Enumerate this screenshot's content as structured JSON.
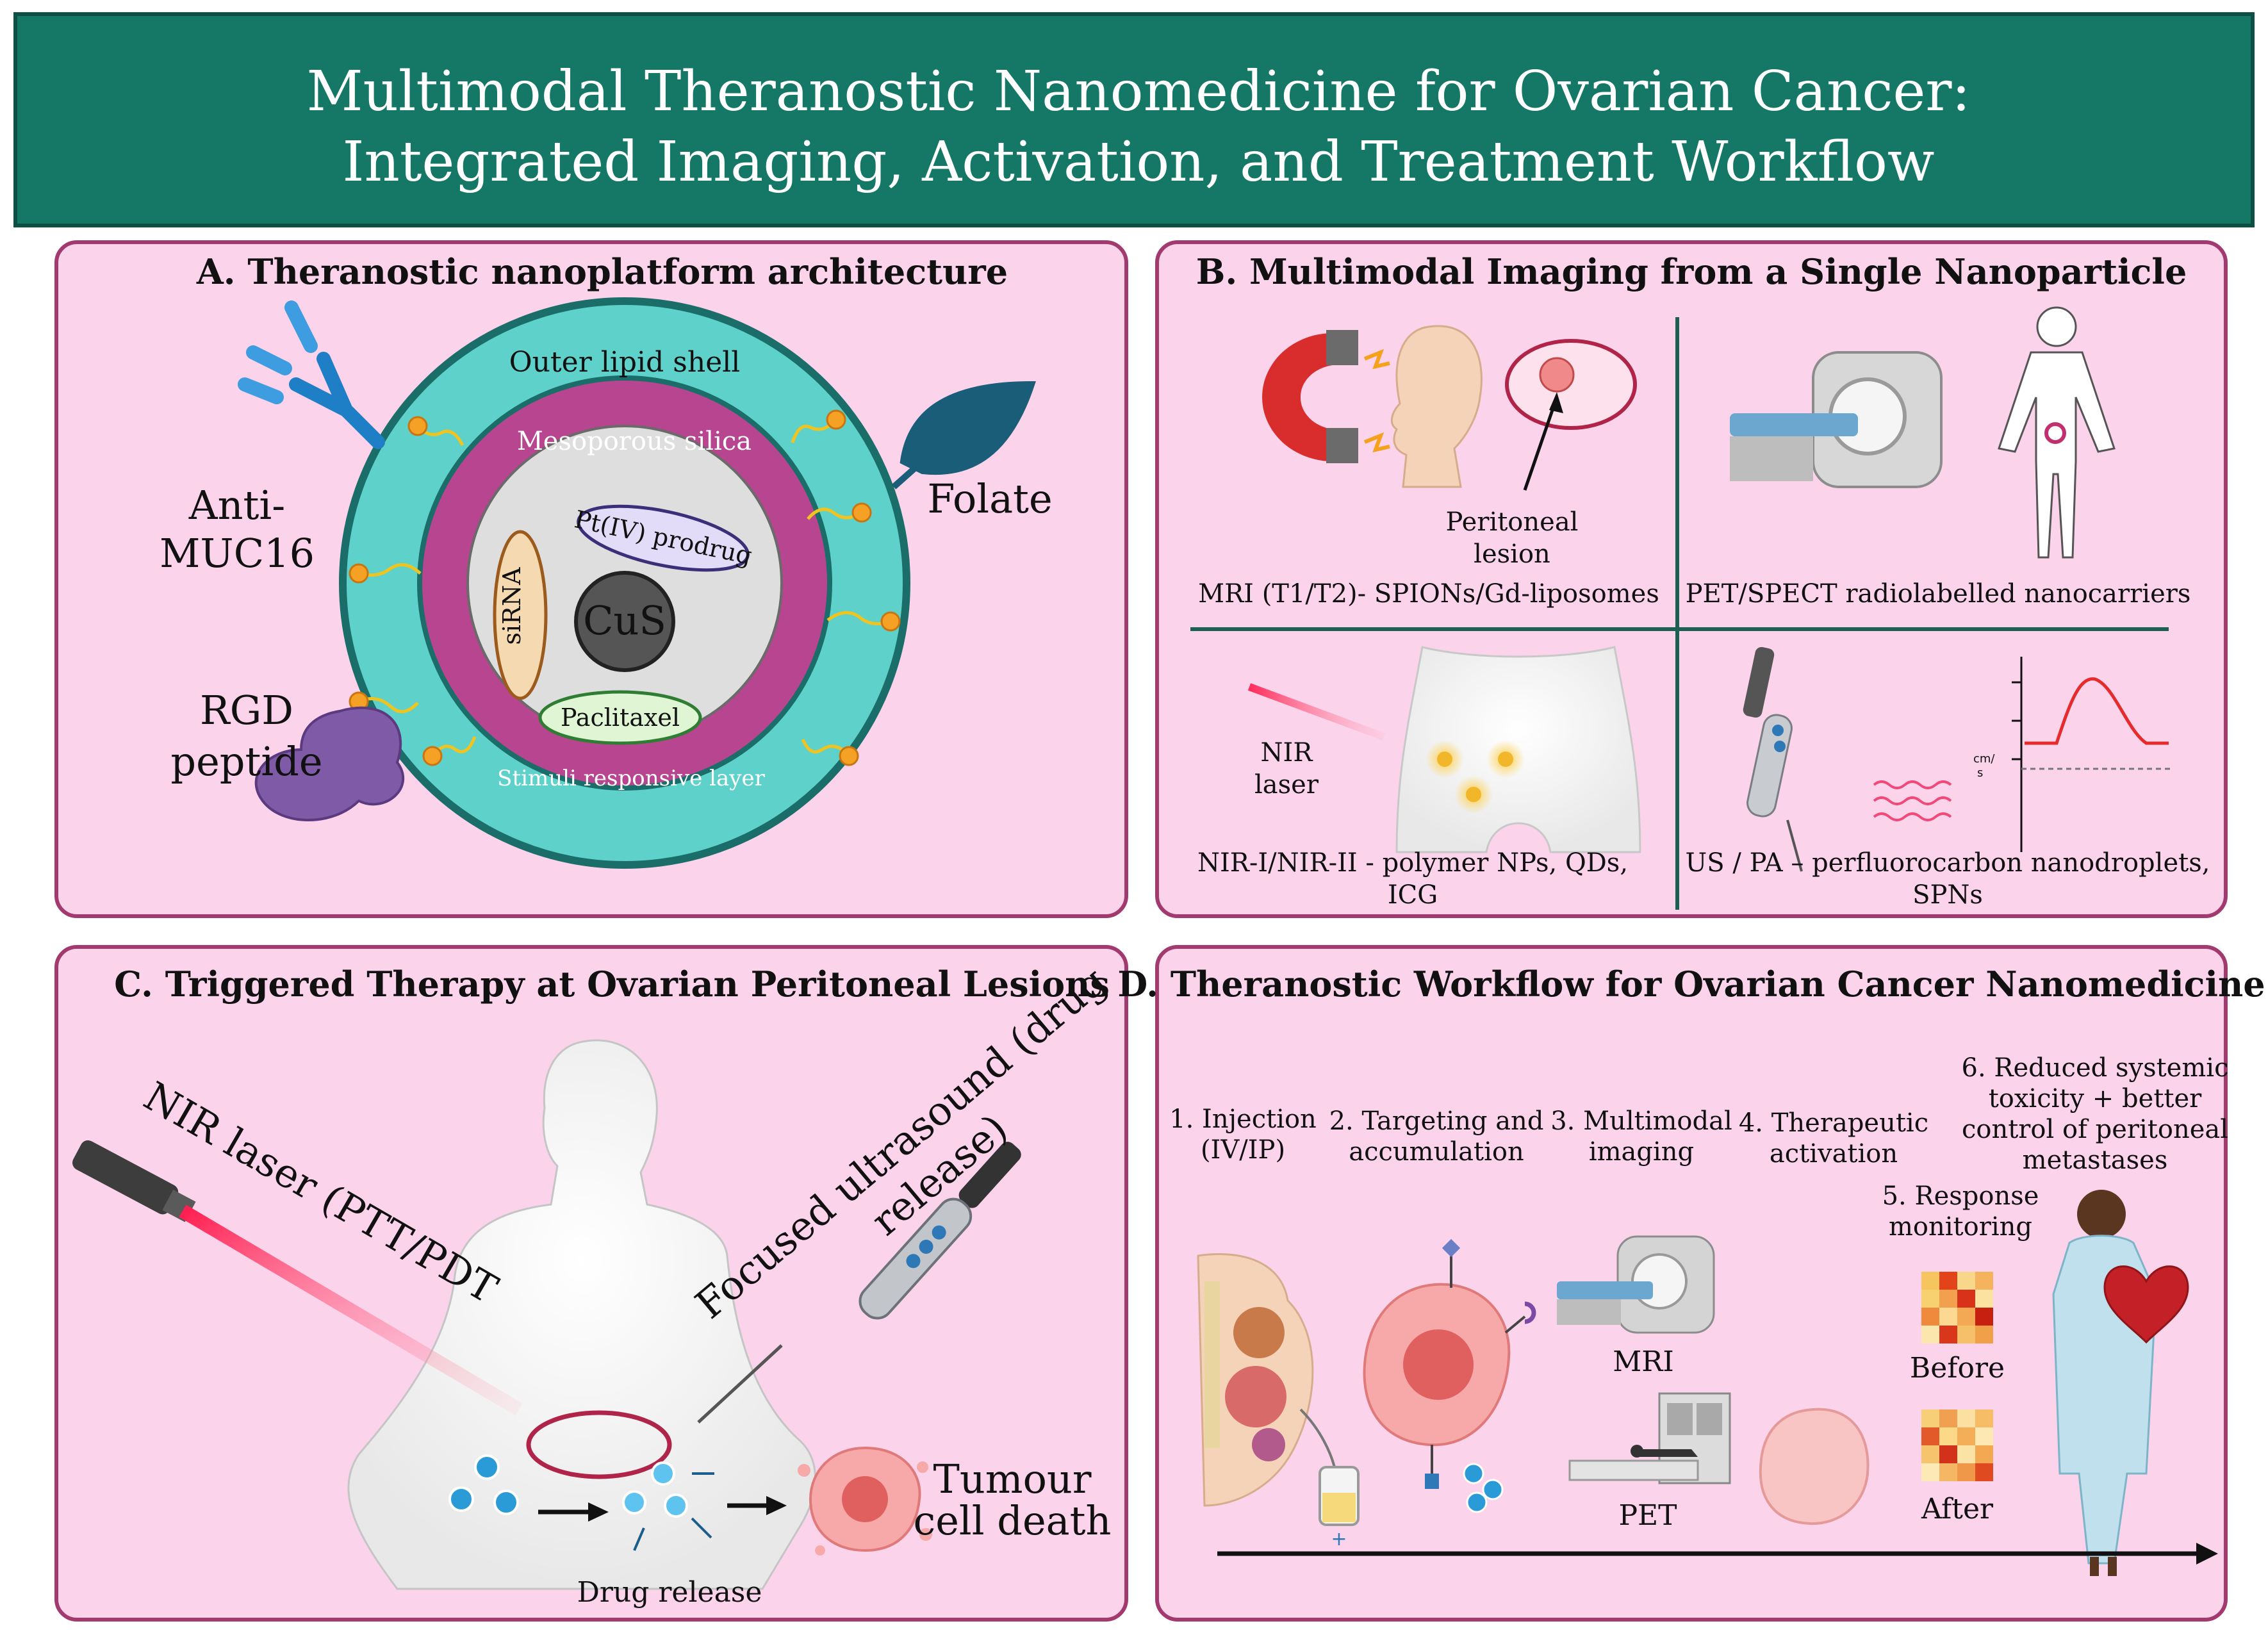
{
  "title": {
    "line1": "Multimodal Theranostic Nanomedicine for Ovarian Cancer:",
    "line2": "Integrated Imaging, Activation, and Treatment Workflow"
  },
  "colors": {
    "header_bg": "#157766",
    "panel_bg": "#fbd4ec",
    "panel_border": "#a33a6f",
    "outer_shell": "#5fd1cb",
    "silica": "#b8458f",
    "core": "#dedede",
    "divider": "#1b5e52"
  },
  "panelA": {
    "title": "A. Theranostic nanoplatform architecture",
    "outer_shell": "Outer lipid shell",
    "silica": "Mesoporous silica",
    "prodrug": "Pt(IV) prodrug",
    "sirna": "siRNA",
    "core": "CuS",
    "paclitaxel": "Paclitaxel",
    "stimuli": "Stimuli responsive layer",
    "anti_line1": "Anti-",
    "anti_line2": "MUC16",
    "folate": "Folate",
    "rgd_line1": "RGD",
    "rgd_line2": "peptide"
  },
  "panelB": {
    "title": "B.  Multimodal Imaging from a Single Nanoparticle",
    "lesion_line1": "Peritoneal",
    "lesion_line2": "lesion",
    "mri": "MRI (T1/T2)- SPIONs/Gd-liposomes",
    "pet": "PET/SPECT radiolabelled nanocarriers",
    "nir_laser_line1": "NIR",
    "nir_laser_line2": "laser",
    "nir_line1": "NIR-I/NIR-II - polymer NPs, QDs,",
    "nir_line2": "ICG",
    "us_line1": "US / PA – perfluorocarbon nanodroplets,",
    "us_line2": "SPNs",
    "unit_top": "cm/",
    "unit_bottom": "s"
  },
  "panelC": {
    "title": "C. Triggered Therapy at Ovarian Peritoneal Lesions",
    "laser": "NIR laser (PTT/PDT",
    "fus_line1": "Focused ultrasound (drug",
    "fus_line2": "release)",
    "drug": "Drug release",
    "death_line1": "Tumour",
    "death_line2": "cell death"
  },
  "panelD": {
    "title": "D. Theranostic Workflow for Ovarian Cancer Nanomedicine",
    "step1_line1": "1.  Injection",
    "step1_line2": "(IV/IP)",
    "step2_line1": "2. Targeting and",
    "step2_line2": "accumulation",
    "step3_line1": "3. Multimodal",
    "step3_line2": "imaging",
    "step4_line1": "4. Therapeutic",
    "step4_line2": "activation",
    "step5_line1": "5. Response",
    "step5_line2": "monitoring",
    "step6_line1": "6. Reduced systemic",
    "step6_line2": "toxicity + better",
    "step6_line3": "control of peritoneal",
    "step6_line4": "metastases",
    "mri": "MRI",
    "pet": "PET",
    "before": "Before",
    "after": "After",
    "iv_plus": "+"
  },
  "heatmap_before": [
    [
      "#f6c560",
      "#e3431b",
      "#f8d68a",
      "#f4b35c"
    ],
    [
      "#f7d070",
      "#f2a04d",
      "#d8331a",
      "#fbe2a0"
    ],
    [
      "#ef8a3c",
      "#fbd992",
      "#f3a853",
      "#c82010"
    ],
    [
      "#fbe6ae",
      "#d9361c",
      "#f6bf6a",
      "#f0a048"
    ]
  ],
  "heatmap_after": [
    [
      "#f7cf77",
      "#f1a052",
      "#fbe0a2",
      "#f6bd66"
    ],
    [
      "#e35a2a",
      "#fbd989",
      "#f4ae58",
      "#fde8b4"
    ],
    [
      "#f6c46c",
      "#d2321a",
      "#fbe3a6",
      "#f3a851"
    ],
    [
      "#fde9b6",
      "#f5b763",
      "#f0984a",
      "#e04a20"
    ]
  ]
}
